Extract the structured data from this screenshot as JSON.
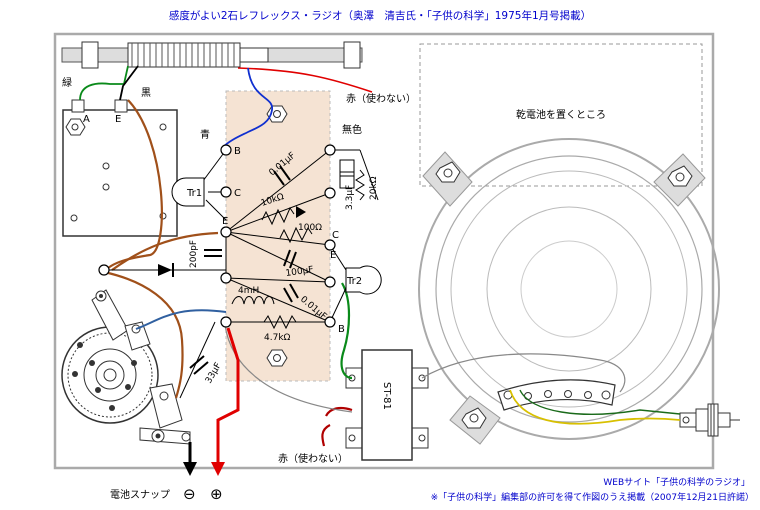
{
  "header": {
    "title": "感度がよい2石レフレックス・ラジオ（奥澤　清吉氏・「子供の科学」1975年1月号掲載）"
  },
  "footer": {
    "web_note": "WEBサイト「子供の科学のラジオ」",
    "permission_note": "※「子供の科学」編集部の許可を得て作図のうえ掲載（2007年12月21日許諾）"
  },
  "labels": {
    "green": "緑",
    "black": "黒",
    "red_unused_top": "赤（使わない）",
    "red_unused_bottom": "赤（使わない）",
    "blue": "青",
    "colorless": "無色",
    "battery_area": "乾電池を置くところ",
    "battery_snap": "電池スナップ",
    "minus": "⊖",
    "plus": "⊕",
    "vc_A": "A",
    "vc_E": "E"
  },
  "components": {
    "tr1": "Tr1",
    "tr2": "Tr2",
    "transformer": "ST-81",
    "c_001": "0.01μF",
    "c_33": "3.3μF",
    "r_20k": "20kΩ",
    "r_10k": "10kΩ",
    "r_100": "100Ω",
    "c_100": "100μF",
    "c_200p": "200pF",
    "l_4m": "4mH",
    "c_001b": "0.01μF",
    "r_47k": "4.7kΩ",
    "c_33b": "33μF",
    "tr1_B": "B",
    "tr1_C": "C",
    "tr1_E": "E",
    "tr2_C": "C",
    "tr2_E": "E",
    "tr2_B": "B"
  }
}
